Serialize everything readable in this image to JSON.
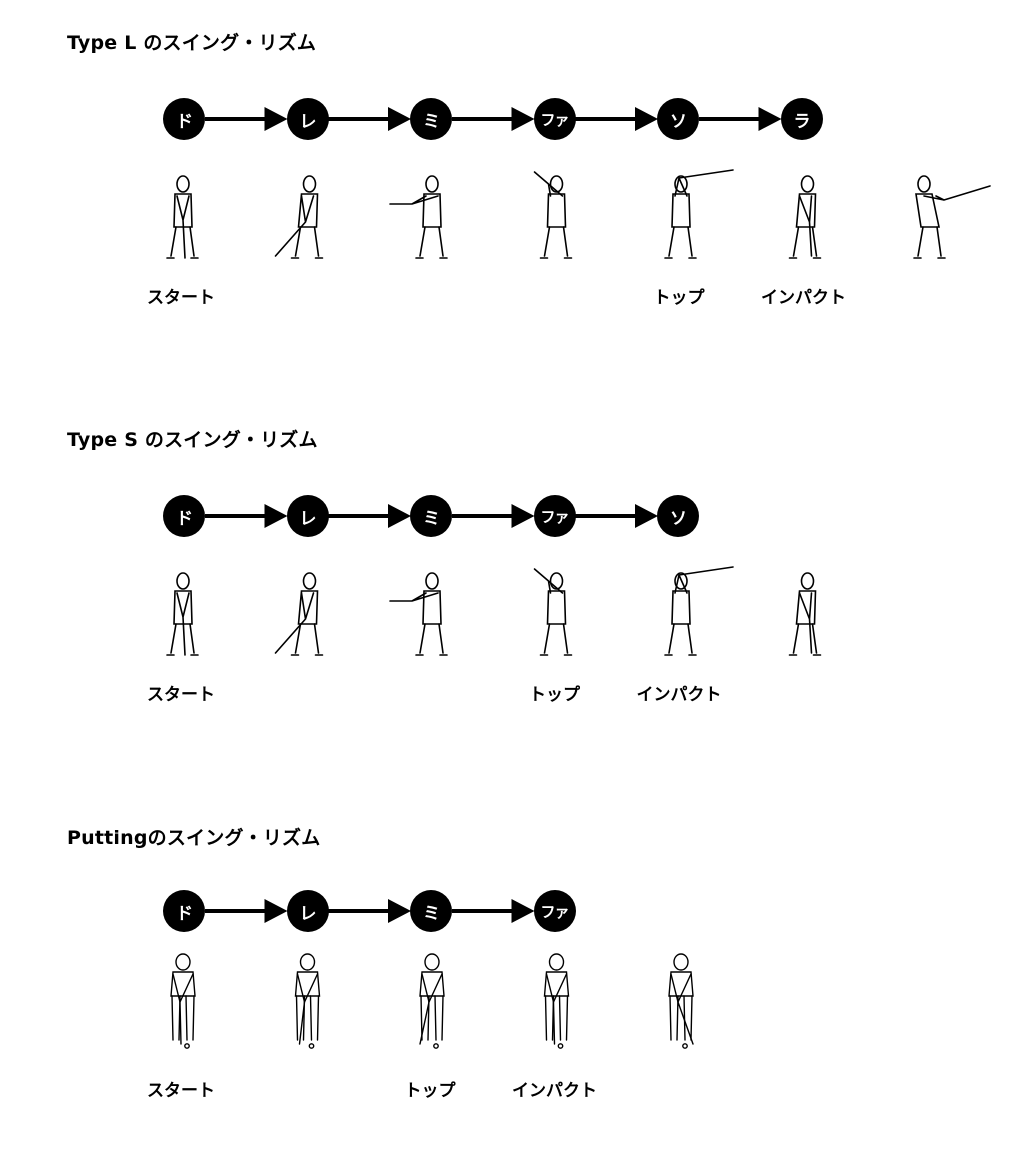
{
  "sections": [
    {
      "id": "type-l",
      "title": "Type L のスイング・リズム",
      "notes": [
        "ド",
        "レ",
        "ミ",
        "ファ",
        "ソ",
        "ラ"
      ],
      "figure_count": 7,
      "figure_style": "swing",
      "labels": [
        {
          "text": "スタート",
          "figure": 0
        },
        {
          "text": "トップ",
          "figure": 4
        },
        {
          "text": "インパクト",
          "figure": 5
        }
      ]
    },
    {
      "id": "type-s",
      "title": "Type S のスイング・リズム",
      "notes": [
        "ド",
        "レ",
        "ミ",
        "ファ",
        "ソ"
      ],
      "figure_count": 6,
      "figure_style": "swing",
      "labels": [
        {
          "text": "スタート",
          "figure": 0
        },
        {
          "text": "トップ",
          "figure": 3
        },
        {
          "text": "インパクト",
          "figure": 4
        }
      ]
    },
    {
      "id": "putting",
      "title": "Puttingのスイング・リズム",
      "notes": [
        "ド",
        "レ",
        "ミ",
        "ファ"
      ],
      "figure_count": 5,
      "figure_style": "putt",
      "labels": [
        {
          "text": "スタート",
          "figure": 0
        },
        {
          "text": "トップ",
          "figure": 2
        },
        {
          "text": "インパクト",
          "figure": 3
        }
      ]
    }
  ],
  "colors": {
    "node_fill": "#000000",
    "node_text": "#ffffff",
    "arrow": "#000000",
    "figure_stroke": "#000000"
  }
}
